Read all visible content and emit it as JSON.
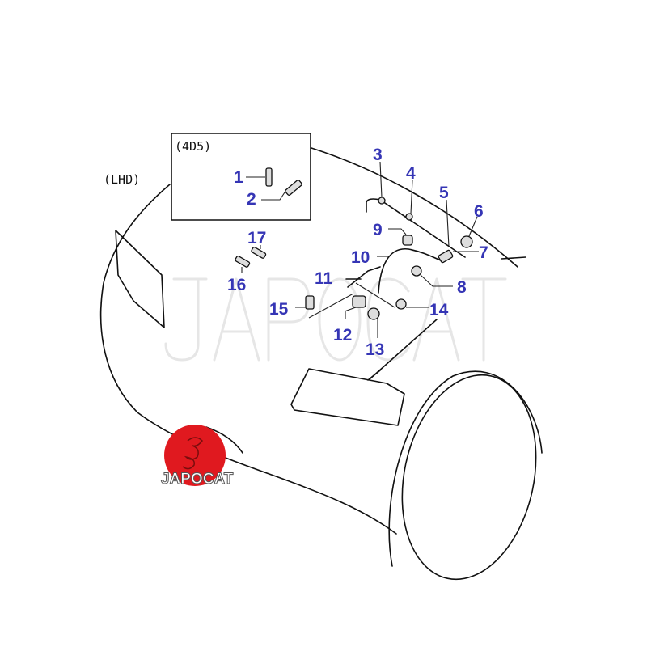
{
  "diagram": {
    "region_label": "(LHD)",
    "inset_label": "(4D5)",
    "watermark": "JAPOCAT",
    "logo_text": "JAPOCAT",
    "callouts": [
      "1",
      "2",
      "3",
      "4",
      "5",
      "6",
      "7",
      "8",
      "9",
      "10",
      "11",
      "12",
      "13",
      "14",
      "15",
      "16",
      "17"
    ],
    "colors": {
      "callout": "#3535b5",
      "logo_red": "#e0191f",
      "line": "#111111"
    }
  }
}
